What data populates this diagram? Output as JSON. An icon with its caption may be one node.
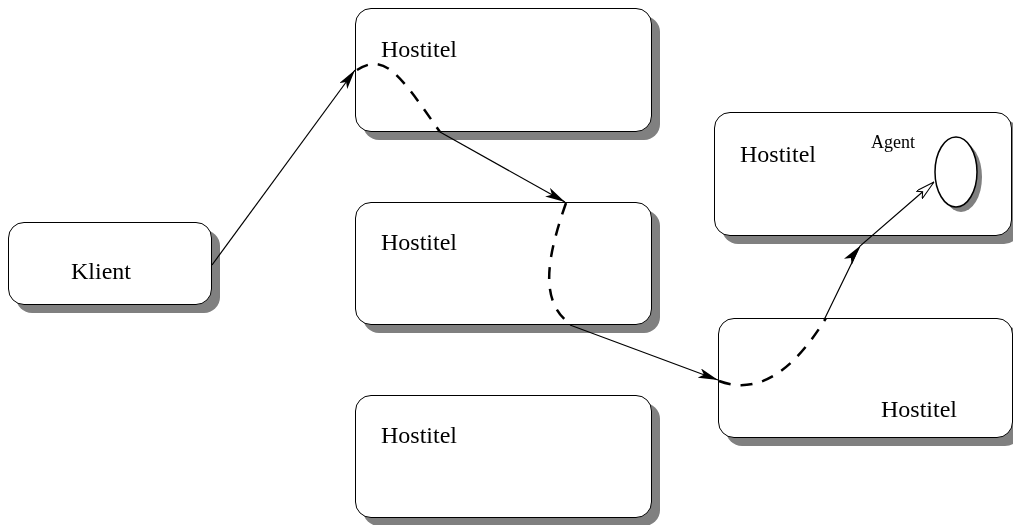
{
  "diagram": {
    "nodes": [
      {
        "text": [
          "Klient"
        ]
      },
      {
        "text": [
          "Hostitel"
        ]
      },
      {
        "text": [
          "Hostitel"
        ]
      },
      {
        "text": [
          "Hostitel"
        ]
      },
      {
        "text": [
          "Hostitel"
        ]
      },
      {
        "text": [],
        "shape": "circle",
        "beside": [
          "Agent"
        ],
        "in": 4
      },
      {
        "text": [
          "Hostitel"
        ]
      }
    ],
    "edges": [
      {
        "from": 0,
        "to": 1,
        "arrow": "to"
      },
      {
        "from": 1,
        "to": 2,
        "arrow": "to"
      },
      {
        "from": 2,
        "to": 6,
        "arrow": "to"
      },
      {
        "from": 6,
        "to": 5,
        "arrow": "to"
      }
    ]
  }
}
